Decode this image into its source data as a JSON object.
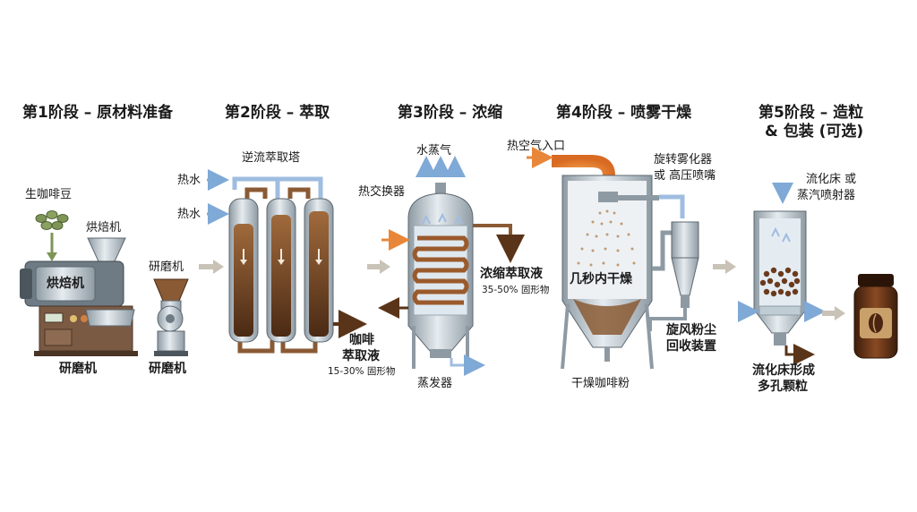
{
  "stages": [
    {
      "title": "第1阶段 – 原材料准备"
    },
    {
      "title": "第2阶段 – 萃取"
    },
    {
      "title": "第3阶段 – 浓缩"
    },
    {
      "title": "第4阶段 – 喷雾干燥"
    },
    {
      "title_line1": "第5阶段 – 造粒",
      "title_line2": "& 包装 (可选)"
    }
  ],
  "stage1": {
    "green_beans": "生咖啡豆",
    "roaster": "烘焙机",
    "roaster_body": "烘焙机",
    "grinder": "研磨机",
    "grinder_bottom": "研磨机",
    "roaster_bottom": "研磨机"
  },
  "stage2": {
    "tower": "逆流萃取塔",
    "hot_water_1": "热水",
    "hot_water_2": "热水",
    "extract_line1": "咖啡",
    "extract_line2": "萃取液",
    "extract_line3": "15-30% 固形物"
  },
  "stage3": {
    "steam": "水蒸气",
    "exchanger": "热交换器",
    "concentrate_line1": "浓缩萃取液",
    "concentrate_line2": "35-50% 固形物",
    "evaporator": "蒸发器"
  },
  "stage4": {
    "hot_air": "热空气入口",
    "atomizer_line1": "旋转雾化器",
    "atomizer_line2": "或 高压喷嘴",
    "dry_seconds": "几秒内干燥",
    "cyclone_line1": "旋风粉尘",
    "cyclone_line2": "回收装置",
    "dry_powder": "干燥咖啡粉"
  },
  "stage5": {
    "fluid_bed_line1": "流化床 或",
    "fluid_bed_line2": "蒸汽喷射器",
    "granule_line1": "流化床形成",
    "granule_line2": "多孔颗粒"
  },
  "colors": {
    "coffee_dark": "#4a2a14",
    "coffee_mid": "#8a5a34",
    "steel": "#b8c4cc",
    "hot_air": "#e8873a",
    "water": "#7fa9d6",
    "green_bean": "#7d9556"
  }
}
